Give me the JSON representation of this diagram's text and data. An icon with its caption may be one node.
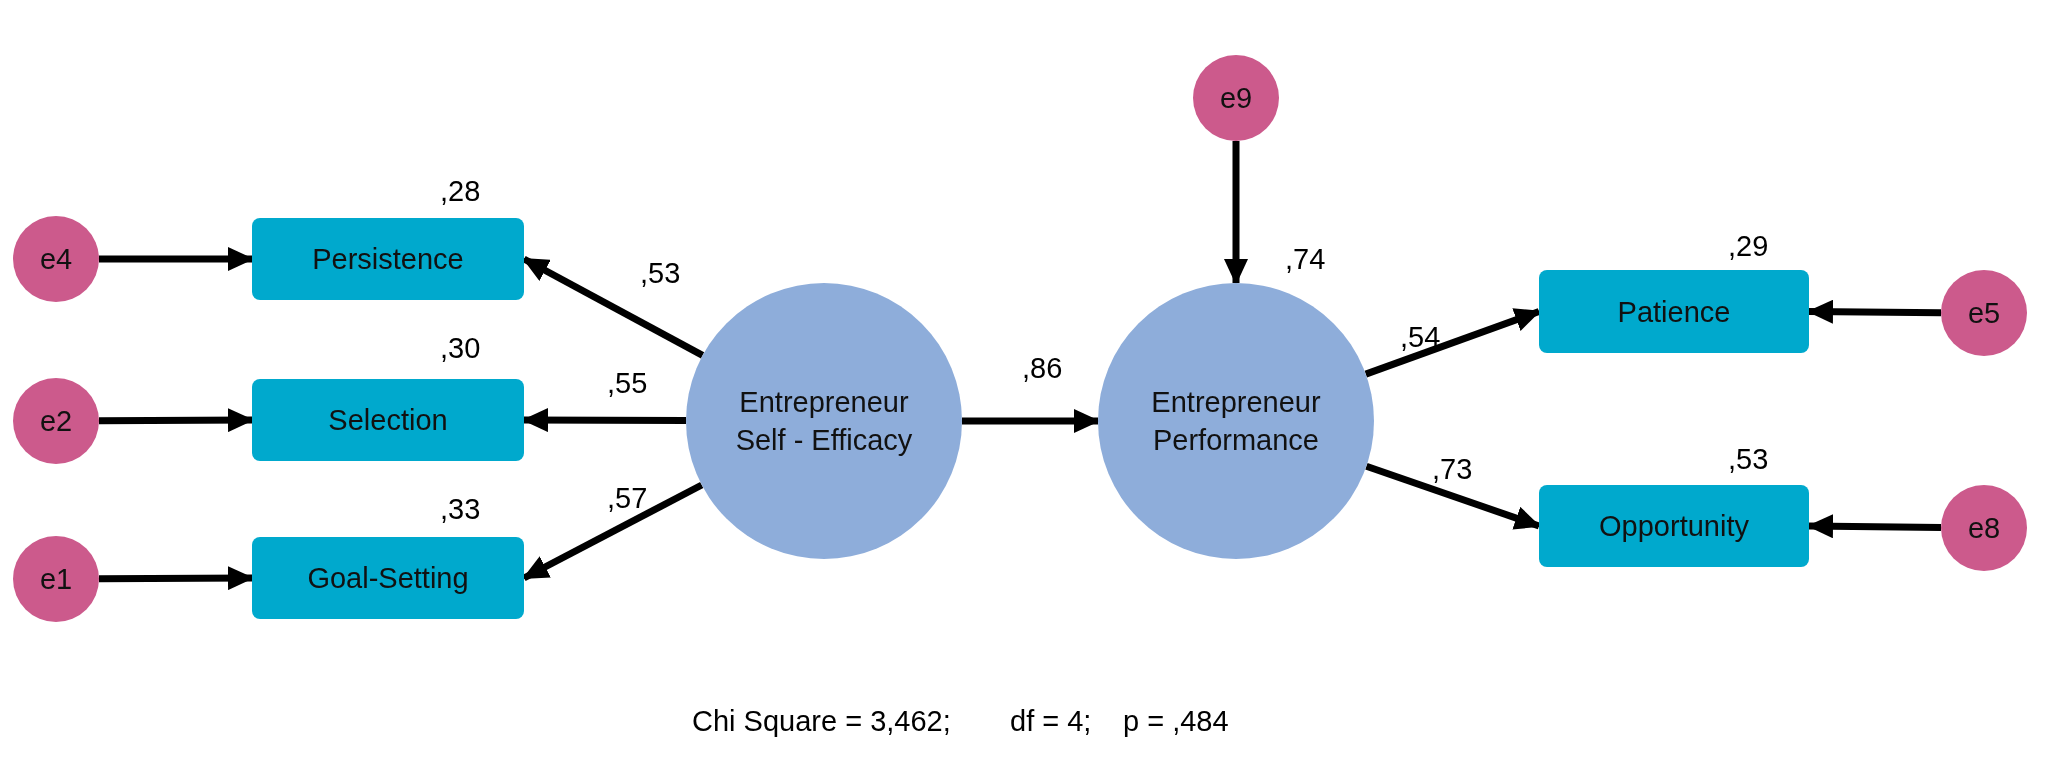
{
  "diagram": {
    "nodes": [
      {
        "text": [
          "e4"
        ]
      },
      {
        "text": [
          "Persistence"
        ],
        "beside": [
          ",28"
        ]
      },
      {
        "text": [
          "e2"
        ]
      },
      {
        "text": [
          "Selection"
        ],
        "beside": [
          ",30"
        ]
      },
      {
        "text": [
          "e1"
        ]
      },
      {
        "text": [
          "Goal-Setting"
        ],
        "beside": [
          ",33"
        ]
      },
      {
        "text": [
          "Entrepreneur Self - Efficacy"
        ]
      },
      {
        "text": [
          "e9"
        ]
      },
      {
        "text": [
          "Entrepreneur Performance"
        ],
        "beside": [
          ",74"
        ]
      },
      {
        "text": [
          "Patience"
        ],
        "beside": [
          ",29"
        ]
      },
      {
        "text": [
          "e5"
        ]
      },
      {
        "text": [
          "Opportunity"
        ],
        "beside": [
          ",53"
        ]
      },
      {
        "text": [
          "e8"
        ]
      }
    ],
    "edges": [
      {
        "from": 0,
        "to": 1,
        "arrow": "to"
      },
      {
        "from": 2,
        "to": 3,
        "arrow": "to"
      },
      {
        "from": 4,
        "to": 5,
        "arrow": "to"
      },
      {
        "from": 6,
        "to": 1,
        "arrow": "to",
        "label": ",53"
      },
      {
        "from": 6,
        "to": 3,
        "arrow": "to",
        "label": ",55"
      },
      {
        "from": 6,
        "to": 5,
        "arrow": "to",
        "label": ",57"
      },
      {
        "from": 6,
        "to": 8,
        "arrow": "to",
        "label": ",86"
      },
      {
        "from": 7,
        "to": 8,
        "arrow": "to"
      },
      {
        "from": 8,
        "to": 9,
        "arrow": "to",
        "label": ",54"
      },
      {
        "from": 8,
        "to": 11,
        "arrow": "to",
        "label": ",73"
      },
      {
        "from": 10,
        "to": 9,
        "arrow": "to"
      },
      {
        "from": 12,
        "to": 11,
        "arrow": "to"
      }
    ],
    "labels": [
      "Chi Square = 3,462;",
      "df = 4;",
      "p = ,484"
    ]
  }
}
